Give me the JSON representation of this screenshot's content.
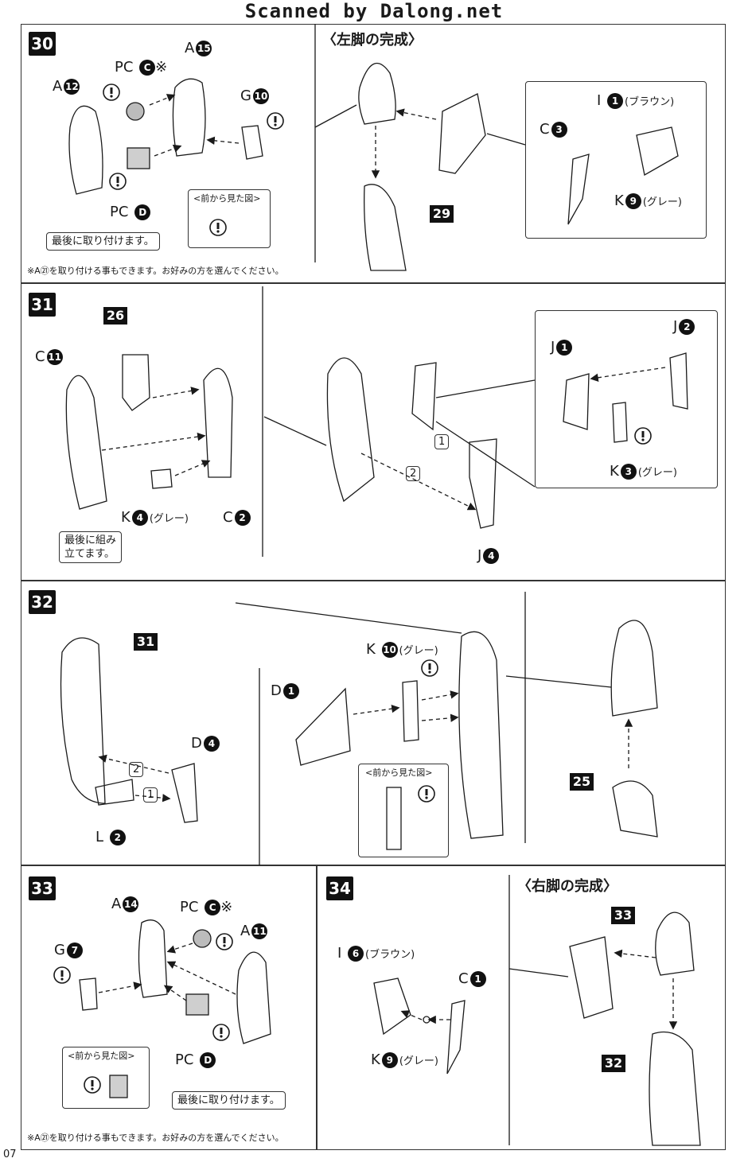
{
  "watermark": "Scanned by Dalong.net",
  "page_number": "07",
  "icons": {
    "caution": "caution-icon",
    "arrow": "assembly-arrow"
  },
  "colors": {
    "ink": "#1a1a1a",
    "paper": "#ffffff",
    "poly_cap": "#b8b8b8"
  },
  "step30": {
    "number": "30",
    "heading": "〈左脚の完成〉",
    "labels": {
      "a12": "A",
      "a12_n": "12",
      "pcc": "PC",
      "pcc_n": "C",
      "pcc_mark": "※",
      "a15": "A",
      "a15_n": "15",
      "g10": "G",
      "g10_n": "10",
      "pcd": "PC",
      "pcd_n": "D",
      "i1": "I",
      "i1_n": "1",
      "i1_note": "(ブラウン)",
      "c3": "C",
      "c3_n": "3",
      "k9": "K",
      "k9_n": "9",
      "k9_note": "(グレー)"
    },
    "front_view": "<前から見た図>",
    "attach_last": "最後に取り付けます。",
    "ref": "29",
    "footnote": "※A㉑を取り付ける事もできます。お好みの方を選んでください。"
  },
  "step31": {
    "number": "31",
    "ref": "26",
    "labels": {
      "c11": "C",
      "c11_n": "11",
      "k4": "K",
      "k4_n": "4",
      "k4_note": "(グレー)",
      "c2": "C",
      "c2_n": "2",
      "j1": "J",
      "j1_n": "1",
      "j2": "J",
      "j2_n": "2",
      "k3": "K",
      "k3_n": "3",
      "k3_note": "(グレー)",
      "j4": "J",
      "j4_n": "4"
    },
    "assemble_last": "最後に組み\n立てます。",
    "order1": "1",
    "order2": "2"
  },
  "step32": {
    "number": "32",
    "ref31": "31",
    "ref25": "25",
    "labels": {
      "d4": "D",
      "d4_n": "4",
      "l2": "L",
      "l2_n": "2",
      "d1": "D",
      "d1_n": "1",
      "k10": "K",
      "k10_n": "10",
      "k10_note": "(グレー)"
    },
    "front_view": "<前から見た図>",
    "order1": "1",
    "order2": "2"
  },
  "step33": {
    "number": "33",
    "labels": {
      "a14": "A",
      "a14_n": "14",
      "pcc": "PC",
      "pcc_n": "C",
      "pcc_mark": "※",
      "a11": "A",
      "a11_n": "11",
      "g7": "G",
      "g7_n": "7",
      "pcd": "PC",
      "pcd_n": "D"
    },
    "front_view": "<前から見た図>",
    "attach_last": "最後に取り付けます。",
    "footnote": "※A㉑を取り付ける事もできます。お好みの方を選んでください。"
  },
  "step34": {
    "number": "34",
    "heading": "〈右脚の完成〉",
    "labels": {
      "i6": "I",
      "i6_n": "6",
      "i6_note": "(ブラウン)",
      "c1": "C",
      "c1_n": "1",
      "k9": "K",
      "k9_n": "9",
      "k9_note": "(グレー)"
    },
    "ref33": "33",
    "ref32": "32"
  }
}
